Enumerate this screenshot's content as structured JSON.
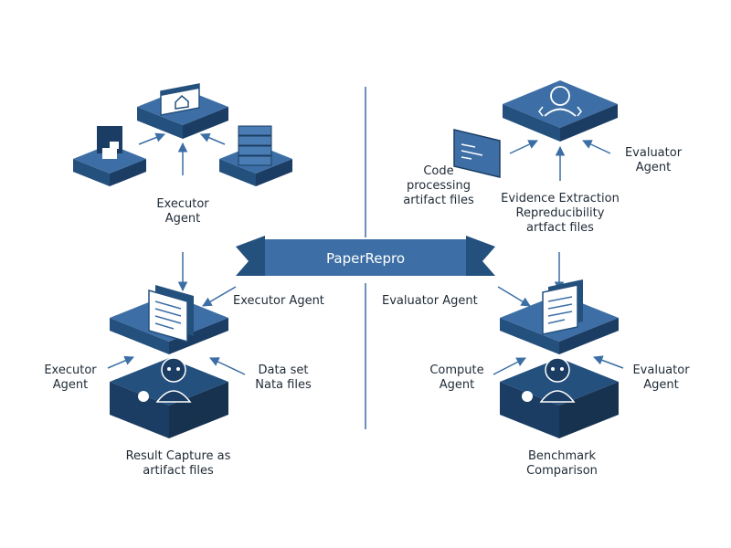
{
  "banner": {
    "title": "PaperRepro"
  },
  "labels": {
    "tl_executor": [
      "Executor",
      "Agent"
    ],
    "tr_code": [
      "Code",
      "processing",
      "artifact files"
    ],
    "tr_evaluator": [
      "Evaluator",
      "Agent"
    ],
    "tr_evidence": [
      "Evidence Extraction",
      "Repreducibility",
      "artfact files"
    ],
    "bl_executor_top": [
      "Executor Agent"
    ],
    "bl_executor_left": [
      "Executor",
      "Agent"
    ],
    "bl_dataset": [
      "Data set",
      "Nata files"
    ],
    "bl_result": [
      "Result Capture as",
      "artifact files"
    ],
    "br_evaluator_top": [
      "Evaluator Agent"
    ],
    "br_compute": [
      "Compute",
      "Agent"
    ],
    "br_evaluator_right": [
      "Evaluator",
      "Agent"
    ],
    "br_benchmark": [
      "Benchmark",
      "Comparison"
    ]
  },
  "colors": {
    "block_top": "#3d6fa6",
    "block_side": "#24507e",
    "block_dark": "#1c3d63",
    "arrow": "#3b6ea5",
    "text": "#1f2a36"
  }
}
